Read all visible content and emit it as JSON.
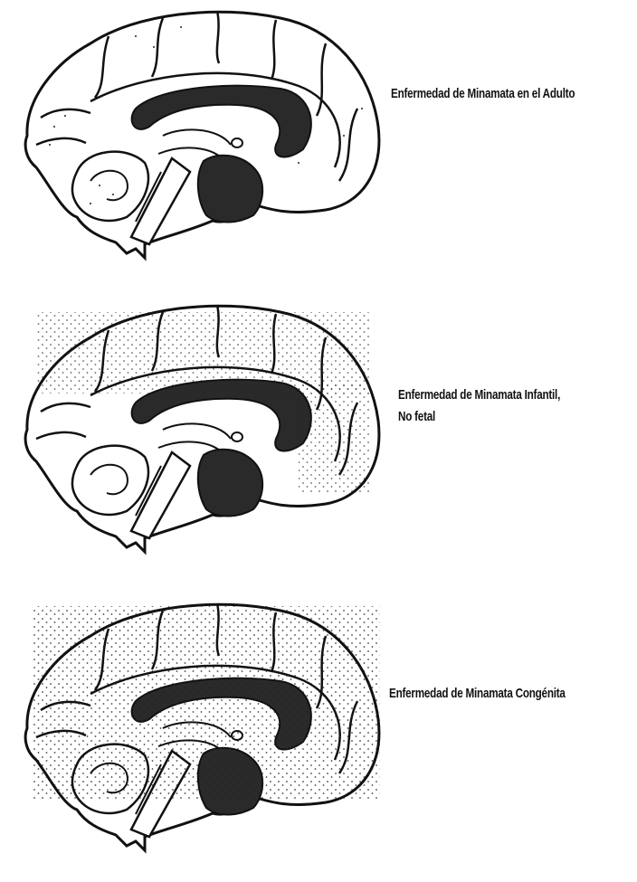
{
  "panels": [
    {
      "id": "adult",
      "label_lines": [
        "Enfermedad de Minamata en el Adulto"
      ],
      "dot_density": "sparse"
    },
    {
      "id": "infantile",
      "label_lines": [
        "Enfermedad de Minamata Infantil,",
        "No fetal"
      ],
      "dot_density": "medium"
    },
    {
      "id": "congenital",
      "label_lines": [
        "Enfermedad de Minamata Congénita"
      ],
      "dot_density": "dense"
    }
  ],
  "colors": {
    "ink": "#111111",
    "lesion_fill": "#2a2a2a",
    "background": "#ffffff"
  }
}
